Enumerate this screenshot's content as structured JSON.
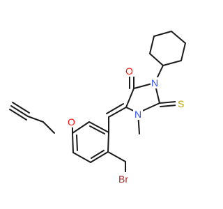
{
  "molecule": {
    "atoms": [
      {
        "element": "O",
        "label": "O",
        "color": "#ff0d0d"
      },
      {
        "element": "N",
        "label": "N",
        "color": "#3050f8"
      },
      {
        "element": "N",
        "label": "N",
        "color": "#3050f8"
      },
      {
        "element": "S",
        "label": "S",
        "color": "#b5a400"
      },
      {
        "element": "O",
        "label": "O",
        "color": "#ff0d0d"
      },
      {
        "element": "Br",
        "label": "Br",
        "color": "#a62929"
      }
    ],
    "bond_color": "#1a1a1a"
  }
}
